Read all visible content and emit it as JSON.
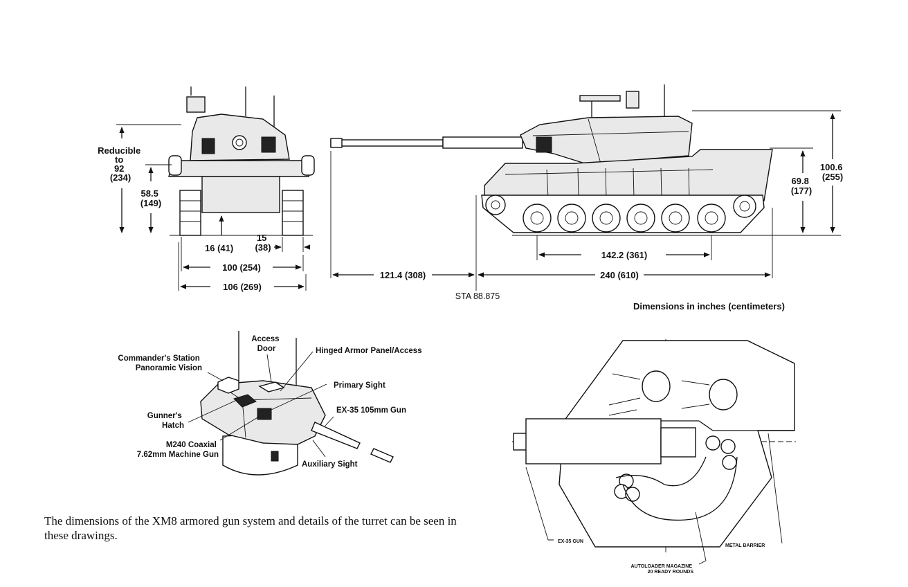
{
  "front_view": {
    "reducible_label": [
      "Reducible",
      "to",
      "92",
      "(234)"
    ],
    "height_label": [
      "58.5",
      "(149)"
    ],
    "clearance_label": "16 (41)",
    "track_width_label": [
      "15",
      "(38)"
    ],
    "inner_width_label": "100 (254)",
    "outer_width_label": "106 (269)"
  },
  "side_view": {
    "overhang_label": "121.4 (308)",
    "length_label": "240 (610)",
    "wheelbase_label": "142.2 (361)",
    "station_label": "STA 88.875",
    "hull_height_label": [
      "69.8",
      "(177)"
    ],
    "total_height_label": [
      "100.6",
      "(255)"
    ]
  },
  "units_note": "Dimensions in inches (centimeters)",
  "turret_callouts": {
    "access_door": [
      "Access",
      "Door"
    ],
    "commander_station": [
      "Commander's Station",
      "Panoramic Vision"
    ],
    "hinged_panel": "Hinged Armor Panel/Access",
    "primary_sight": "Primary Sight",
    "gunners_hatch": [
      "Gunner's",
      "Hatch"
    ],
    "main_gun": "EX-35 105mm Gun",
    "coaxial_gun": [
      "M240 Coaxial",
      "7.62mm Machine Gun"
    ],
    "auxiliary_sight": "Auxiliary Sight"
  },
  "plan_view": {
    "gun_label": "EX-35 GUN",
    "barrier_label": "METAL BARRIER",
    "magazine_label": [
      "AUTOLOADER MAGAZINE",
      "20 READY ROUNDS"
    ]
  },
  "caption": "The dimensions of the XM8 armored gun system and details of the turret can be seen in these drawings."
}
